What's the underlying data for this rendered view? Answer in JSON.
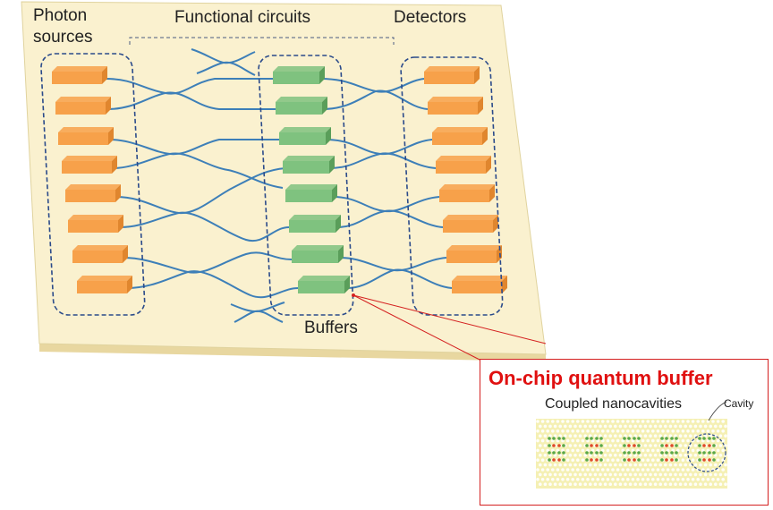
{
  "labels": {
    "photon_sources_line1": "Photon",
    "photon_sources_line2": "sources",
    "functional_circuits": "Functional circuits",
    "detectors": "Detectors",
    "buffers": "Buffers"
  },
  "inset": {
    "title": "On-chip quantum buffer",
    "subtitle": "Coupled nanocavities",
    "cavity_label": "Cavity"
  },
  "colors": {
    "chip": "#faf1cf",
    "source": "#f7a14a",
    "buffer": "#7fc27f",
    "detector": "#f7a14a",
    "waveguide": "#3d7fb8",
    "group_outline": "#2a4a8a",
    "callout": "#d42020",
    "crystal": "#f5f0b4"
  }
}
